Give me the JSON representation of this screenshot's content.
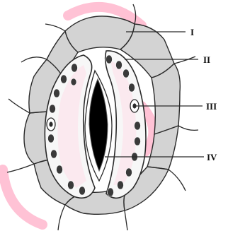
{
  "colors": {
    "outline": "#2a2a2a",
    "subsidiary_fill": "#d3d3d3",
    "guard_fill": "#f7f7f7",
    "pore_fill": "#000000",
    "chloroplast_fill": "#3a3a3a",
    "watermark": "#ff4f86",
    "background": "#ffffff"
  },
  "labels": {
    "I": "I",
    "II": "II",
    "III": "III",
    "IV": "IV"
  }
}
